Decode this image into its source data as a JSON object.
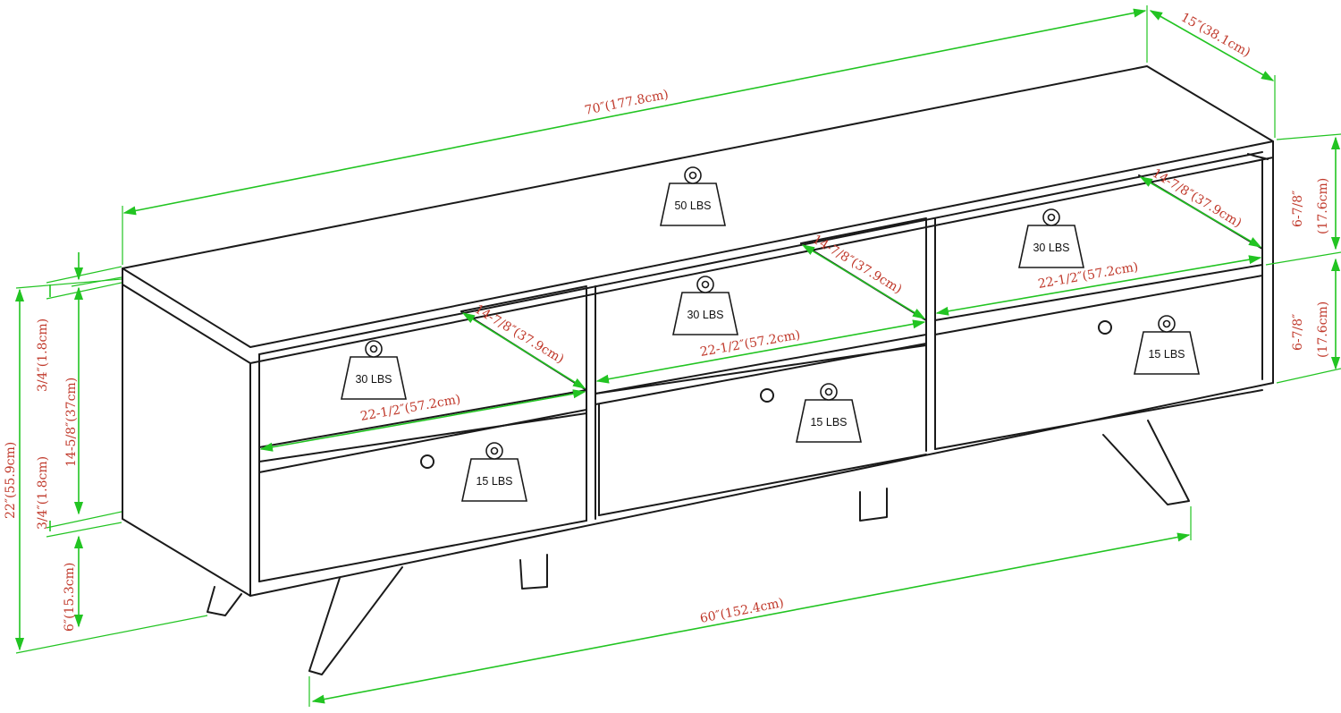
{
  "dimensions": {
    "overall_width": "70″(177.8cm)",
    "overall_depth": "15″(38.1cm)",
    "overall_height": "22″(55.9cm)",
    "top_thickness": "3/4″(1.8cm)",
    "inner_height": "14-5/8″(37cm)",
    "bottom_thickness": "3/4″(1.8cm)",
    "leg_height": "6″(15.3cm)",
    "leg_span": "60″(152.4cm)",
    "shelf_height": "6-7/8″",
    "shelf_height_cm": "(17.6cm)",
    "drawer_height": "6-7/8″",
    "drawer_height_cm": "(17.6cm)",
    "shelf_width": "22-1/2″(57.2cm)",
    "shelf_depth": "14-7/8″(37.9cm)"
  },
  "weight_limits": {
    "top": "50 LBS",
    "shelf": "30 LBS",
    "drawer": "15 LBS"
  }
}
